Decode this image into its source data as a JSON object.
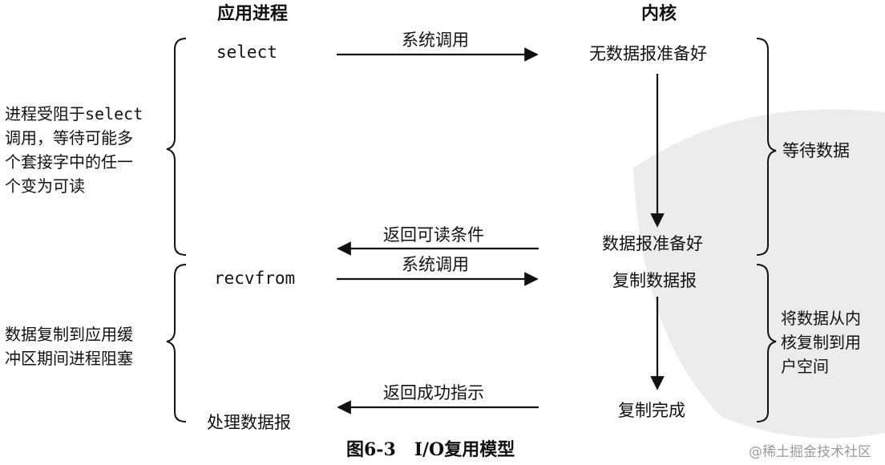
{
  "headers": {
    "process": "应用进程",
    "kernel": "内核"
  },
  "process_steps": {
    "select": "select",
    "recvfrom": "recvfrom",
    "process_datagram": "处理数据报"
  },
  "arrow_labels": {
    "syscall_1": "系统调用",
    "return_readable": "返回可读条件",
    "syscall_2": "系统调用",
    "return_success": "返回成功指示"
  },
  "kernel_states": {
    "no_data": "无数据报准备好",
    "data_ready": "数据报准备好",
    "copy_datagram": "复制数据报",
    "copy_done": "复制完成"
  },
  "left_notes": {
    "blocked_select": {
      "l1a": "进程受阻于",
      "l1b": "select",
      "l2": "调用，等待可能多",
      "l3": "个套接字中的任一",
      "l4": "个变为可读"
    },
    "blocked_copy": {
      "l1": "数据复制到应用缓",
      "l2": "冲区期间进程阻塞"
    }
  },
  "right_notes": {
    "wait_data": "等待数据",
    "copy_to_user": {
      "l1": "将数据从内",
      "l2": "核复制到用",
      "l3": "户空间"
    }
  },
  "caption": "图6-3   I/O复用模型",
  "watermark": "@稀土掘金技术社区"
}
